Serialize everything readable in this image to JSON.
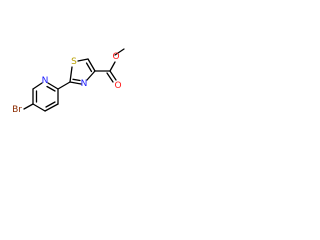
{
  "molecule": {
    "atoms": {
      "bromine": {
        "label": "Br",
        "color": "#8b2b00"
      },
      "pyridine_n": {
        "label": "N",
        "color": "#1a1aff"
      },
      "thiazole_s": {
        "label": "S",
        "color": "#b8a000"
      },
      "thiazole_n": {
        "label": "N",
        "color": "#1a1aff"
      },
      "carbonyl_o": {
        "label": "O",
        "color": "#ff1a1a"
      },
      "ester_o": {
        "label": "O",
        "color": "#ff1a1a"
      }
    },
    "bond_color": "#000000"
  }
}
